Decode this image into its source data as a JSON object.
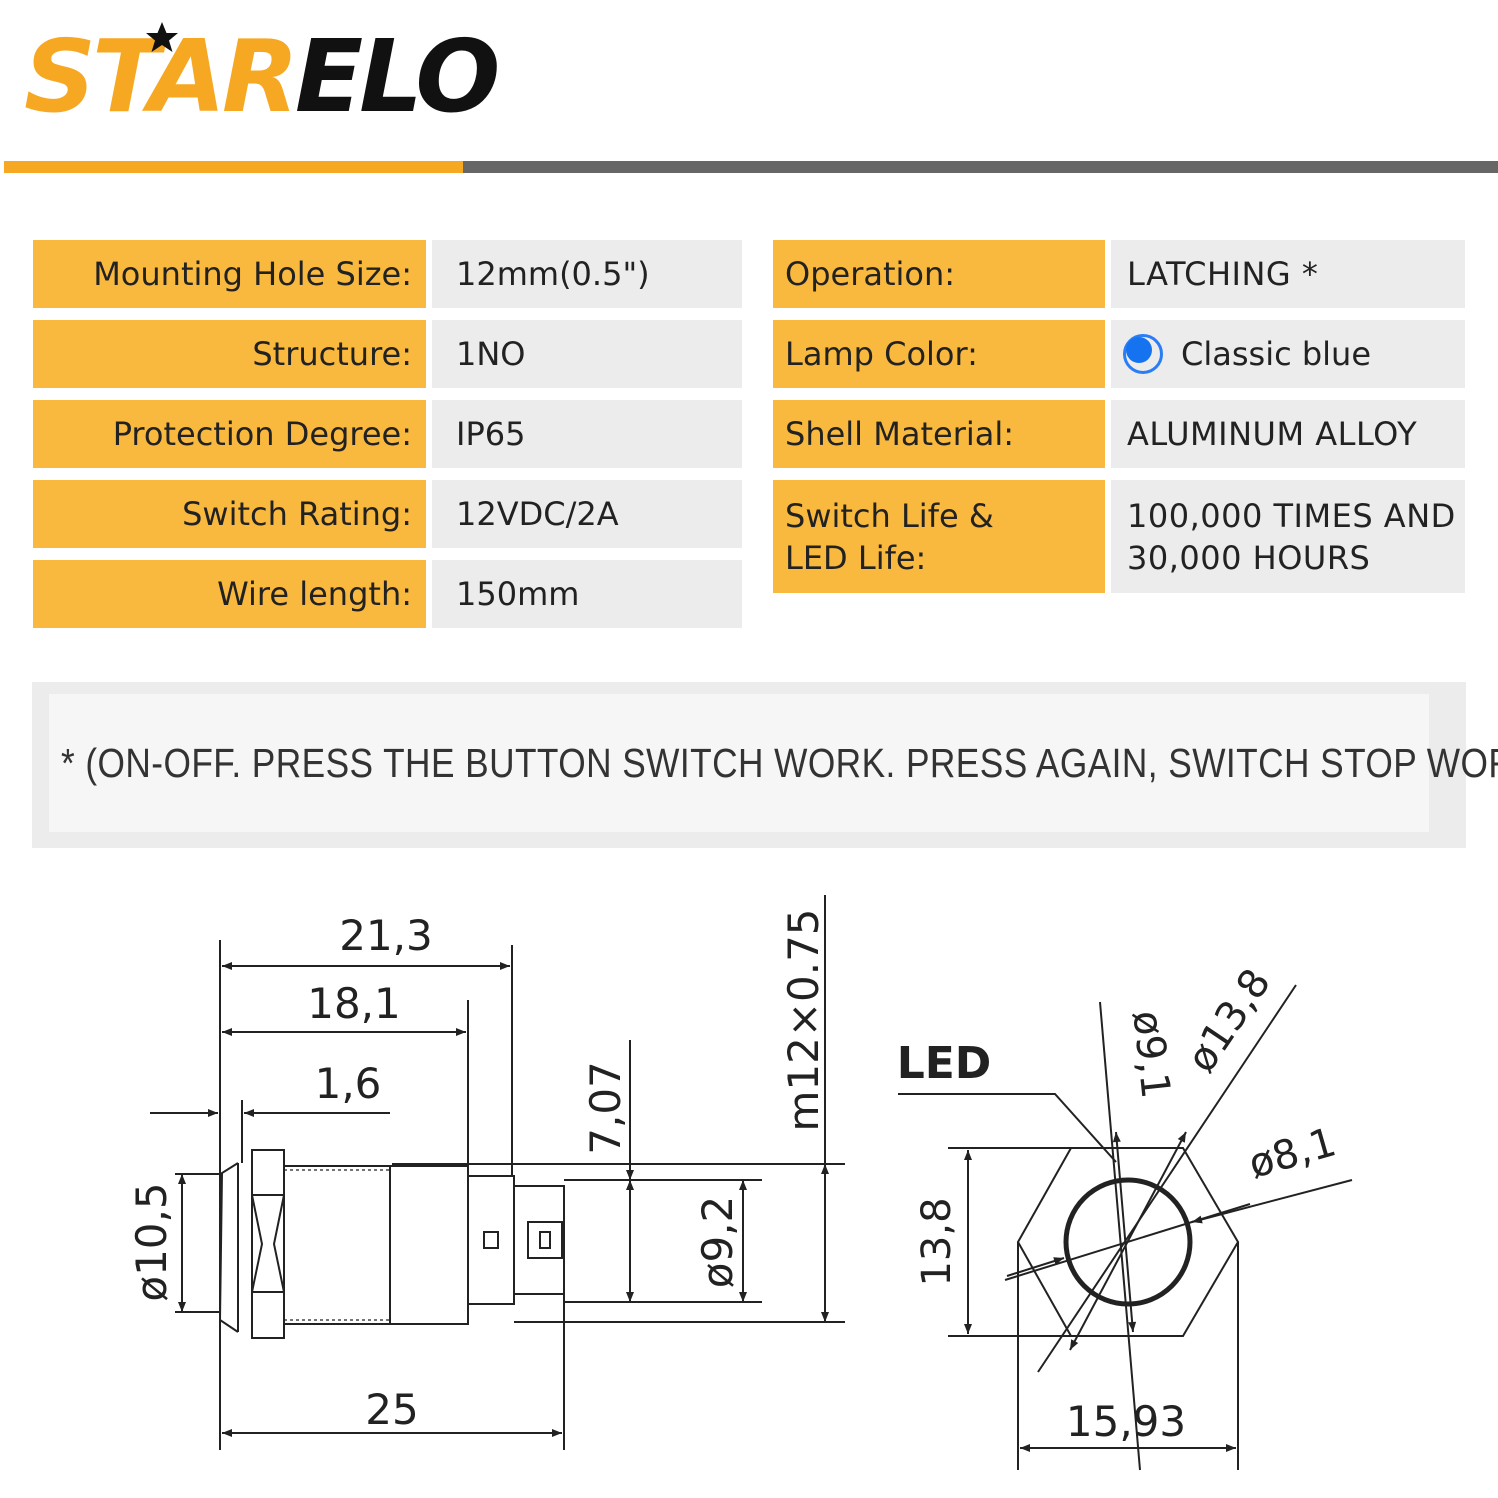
{
  "brand": {
    "part_a": "STAR",
    "part_b": "ELO",
    "accent": "#f7a822",
    "rule_gray": "#666666"
  },
  "specs_left": [
    {
      "label": "Mounting Hole Size:",
      "value": "12mm(0.5\")"
    },
    {
      "label": "Structure:",
      "value": "1NO"
    },
    {
      "label": "Protection Degree:",
      "value": "IP65"
    },
    {
      "label": "Switch Rating:",
      "value": "12VDC/2A"
    },
    {
      "label": "Wire length:",
      "value": "150mm"
    }
  ],
  "specs_right": [
    {
      "label": "Operation:",
      "value": "LATCHING *"
    },
    {
      "label": "Lamp Color:",
      "value": "Classic blue",
      "swatch": "#1673f0"
    },
    {
      "label": "Shell Material:",
      "value": "ALUMINUM ALLOY"
    },
    {
      "label_line1": "Switch Life &",
      "label_line2": "LED Life:",
      "value_line1": "100,000 TIMES AND",
      "value_line2": "30,000 HOURS"
    }
  ],
  "note": "* (ON-OFF. PRESS THE BUTTON SWITCH WORK. PRESS AGAIN, SWITCH STOP WORK)",
  "drawing": {
    "side_view": {
      "dim_total": "21,3",
      "dim_body": "18,1",
      "dim_head": "1,6",
      "dim_terminal": "7,07",
      "dim_thread": "m12×0.75",
      "dim_head_dia": "ø10,5",
      "dim_terminal_dia": "ø9,2",
      "dim_length": "25"
    },
    "front_view": {
      "led_label": "LED",
      "dim_ring": "ø9,1",
      "dim_outer": "ø13,8",
      "dim_inner": "ø8,1",
      "dim_flat": "13,8",
      "dim_width": "15,93"
    }
  }
}
